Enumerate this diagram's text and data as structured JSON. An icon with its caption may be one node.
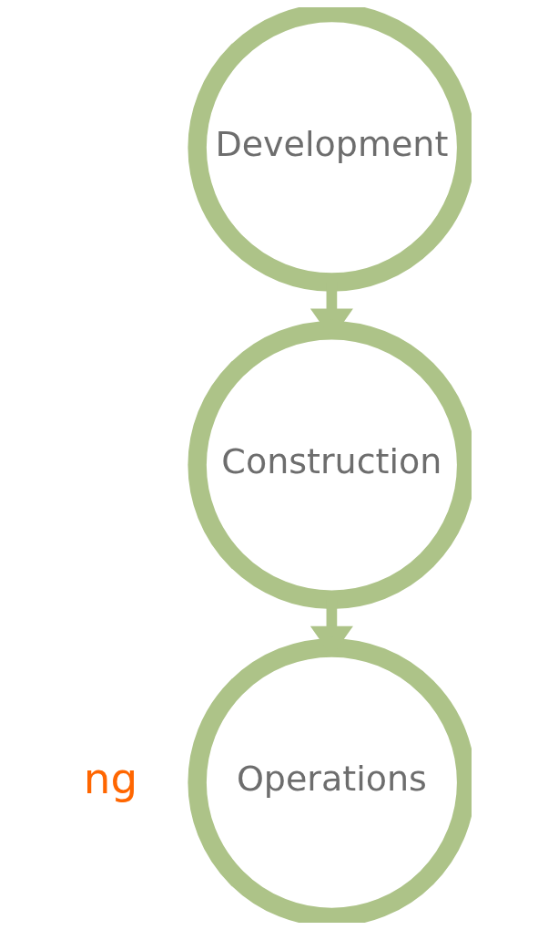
{
  "diagram": {
    "nodes": [
      {
        "text": [
          "Development"
        ]
      },
      {
        "text": [
          "Construction"
        ]
      },
      {
        "text": [
          "Operations"
        ]
      }
    ],
    "edges": [
      {
        "from": 0,
        "to": 1,
        "arrow": "to"
      },
      {
        "from": 1,
        "to": 2,
        "arrow": "to"
      }
    ],
    "labels": [
      "ng"
    ]
  }
}
